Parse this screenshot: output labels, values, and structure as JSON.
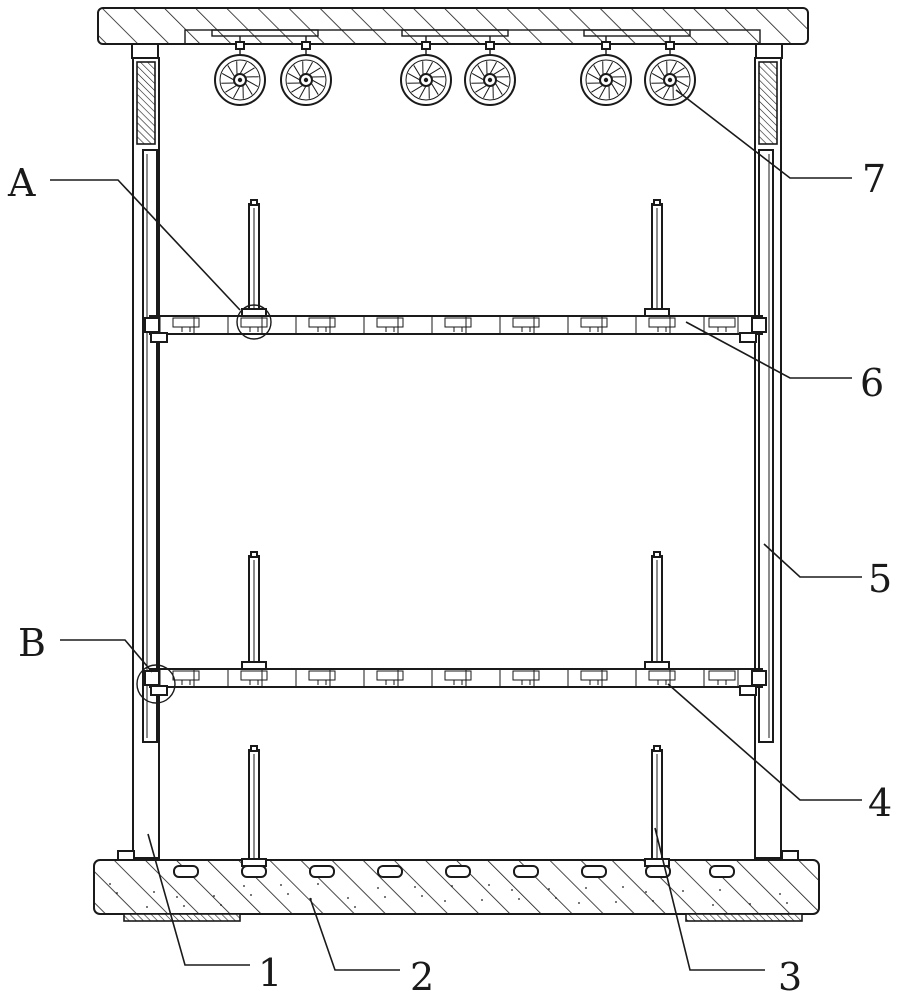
{
  "figure": {
    "labels": {
      "A": "A",
      "B": "B",
      "n1": "1",
      "n2": "2",
      "n3": "3",
      "n4": "4",
      "n5": "5",
      "n6": "6",
      "n7": "7"
    }
  }
}
